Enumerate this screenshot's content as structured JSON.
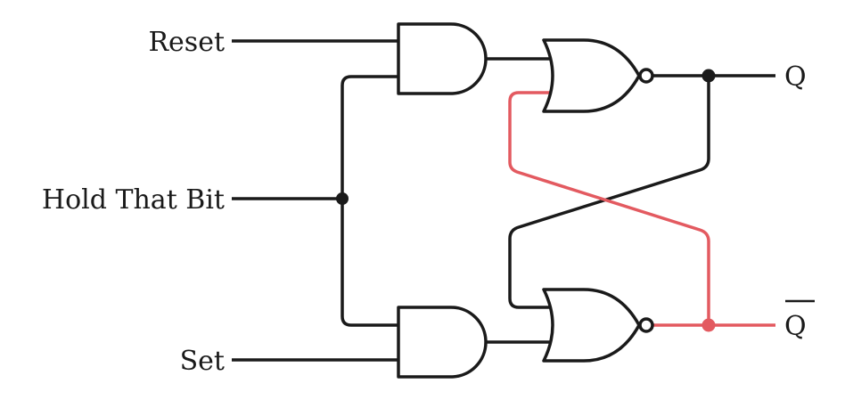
{
  "diagram": {
    "inputs": {
      "reset": "Reset",
      "hold": "Hold That Bit",
      "set": "Set"
    },
    "outputs": {
      "q": "Q",
      "q_bar": "Q"
    },
    "colors": {
      "wire": "#1a1a1a",
      "highlight": "#e35a60"
    }
  }
}
